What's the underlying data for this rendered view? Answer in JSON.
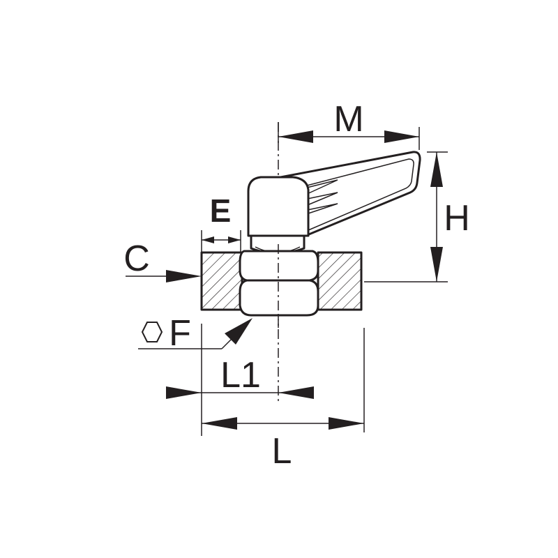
{
  "labels": {
    "m": "M",
    "h": "H",
    "e": "E",
    "c": "C",
    "f": "F",
    "l1": "L1",
    "l": "L"
  },
  "icons": {
    "hexagon": "hexagon-icon"
  },
  "colors": {
    "line": "#231f20",
    "background": "#ffffff"
  }
}
